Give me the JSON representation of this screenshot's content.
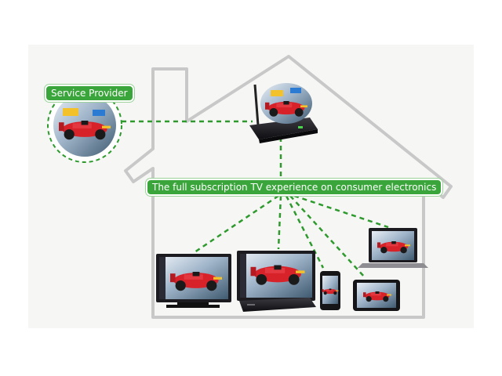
{
  "labels": {
    "service_provider": "Service Provider",
    "tagline": "The full subscription TV experience on consumer electronics"
  },
  "colors": {
    "accent_green": "#3aa53a",
    "house_outline": "#c8c8c8",
    "connection_dash": "#2e9a2e",
    "device_dark": "#1e1e22"
  },
  "icons": {
    "screen_content": "racing-car-image",
    "set_top_box": "set-top-box-icon"
  }
}
